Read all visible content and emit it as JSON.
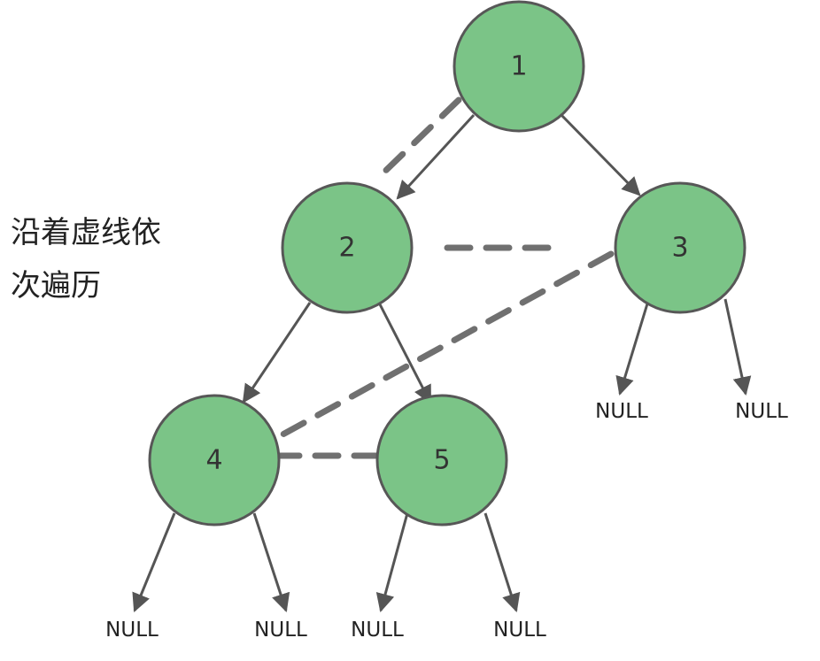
{
  "caption": {
    "line1": "沿着虚线依",
    "line2": "次遍历"
  },
  "colors": {
    "node_fill": "#7bc487",
    "node_stroke": "#575757",
    "edge": "#555555",
    "dash": "#707070"
  },
  "tree": {
    "nodes": [
      {
        "id": "n1",
        "label": "1"
      },
      {
        "id": "n2",
        "label": "2"
      },
      {
        "id": "n3",
        "label": "3"
      },
      {
        "id": "n4",
        "label": "4"
      },
      {
        "id": "n5",
        "label": "5"
      }
    ],
    "null_label": "NULL"
  }
}
